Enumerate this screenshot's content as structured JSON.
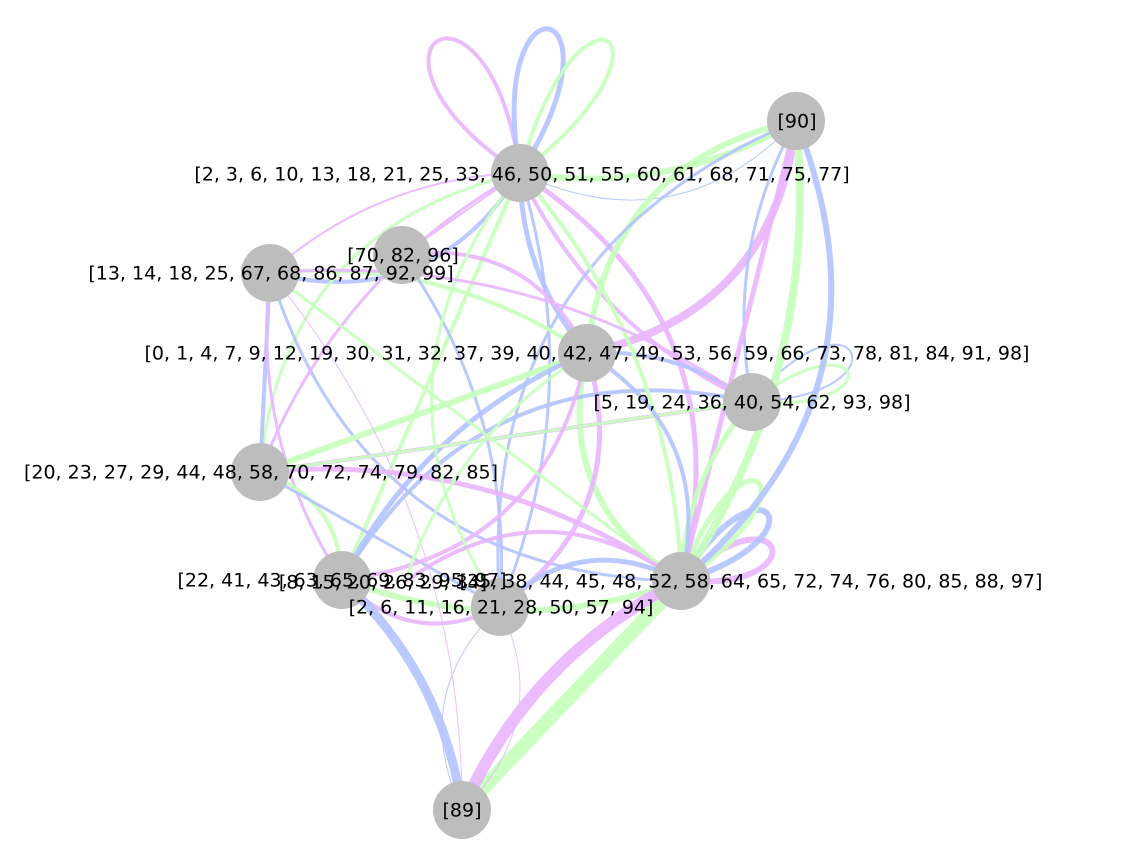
{
  "colors": {
    "background": "#ffffff",
    "node_fill": "#bdbdbd",
    "edge_blue": "#b3c3ff",
    "edge_green": "#c6ffbb",
    "edge_pink": "#e9b6ff"
  },
  "nodes": [
    {
      "id": "n46",
      "label": "[2, 3, 6, 10, 13, 18, 21, 25, 33, 46, 50, 51, 55, 60, 61, 68, 71, 75, 77]"
    },
    {
      "id": "n90",
      "label": "[90]"
    },
    {
      "id": "n82",
      "label": "[70, 82, 96]"
    },
    {
      "id": "n67",
      "label": "[13, 14, 18, 25, 67, 68, 86, 87, 92, 99]"
    },
    {
      "id": "n42",
      "label": "[0, 1, 4, 7, 9, 12, 19, 30, 31, 32, 37, 39, 40, 42, 47, 49, 53, 56, 59, 66, 73, 78, 81, 84, 91, 98]"
    },
    {
      "id": "n54",
      "label": "[5, 19, 24, 36, 40, 54, 62, 93, 98]"
    },
    {
      "id": "n58",
      "label": "[20, 23, 27, 29, 44, 48, 58, 70, 72, 74, 79, 82, 85]"
    },
    {
      "id": "n65",
      "label": "[22, 41, 43, 63, 65, 69, 83, 95, 97]"
    },
    {
      "id": "n26",
      "label": "[8, 15, 20, 26, 29, 34]"
    },
    {
      "id": "n48",
      "label": "[35, 38, 44, 45, 48, 52, 58, 64, 65, 72, 74, 76, 80, 85, 88, 97]"
    },
    {
      "id": "n21",
      "label": "[2, 6, 11, 16, 21, 28, 50, 57, 94]"
    },
    {
      "id": "n89",
      "label": "[89]"
    }
  ],
  "edges": [
    {
      "from": "n46",
      "to": "n46",
      "color": "pink",
      "weight": 4
    },
    {
      "from": "n46",
      "to": "n46",
      "color": "blue",
      "weight": 5
    },
    {
      "from": "n46",
      "to": "n46",
      "color": "green",
      "weight": 4
    },
    {
      "from": "n54",
      "to": "n54",
      "color": "blue",
      "weight": 2
    },
    {
      "from": "n54",
      "to": "n54",
      "color": "green",
      "weight": 3
    },
    {
      "from": "n48",
      "to": "n48",
      "color": "pink",
      "weight": 6
    },
    {
      "from": "n48",
      "to": "n48",
      "color": "blue",
      "weight": 6
    },
    {
      "from": "n48",
      "to": "n48",
      "color": "green",
      "weight": 5
    },
    {
      "from": "n46",
      "to": "n90",
      "color": "green",
      "weight": 6
    },
    {
      "from": "n46",
      "to": "n90",
      "color": "blue",
      "weight": 1
    },
    {
      "from": "n46",
      "to": "n67",
      "color": "blue",
      "weight": 4
    },
    {
      "from": "n67",
      "to": "n46",
      "color": "pink",
      "weight": 2
    },
    {
      "from": "n46",
      "to": "n82",
      "color": "pink",
      "weight": 2
    },
    {
      "from": "n46",
      "to": "n42",
      "color": "blue",
      "weight": 5
    },
    {
      "from": "n46",
      "to": "n58",
      "color": "green",
      "weight": 3
    },
    {
      "from": "n46",
      "to": "n48",
      "color": "pink",
      "weight": 5
    },
    {
      "from": "n46",
      "to": "n21",
      "color": "blue",
      "weight": 3
    },
    {
      "from": "n46",
      "to": "n65",
      "color": "green",
      "weight": 4
    },
    {
      "from": "n46",
      "to": "n54",
      "color": "pink",
      "weight": 4
    },
    {
      "from": "n42",
      "to": "n90",
      "color": "pink",
      "weight": 8
    },
    {
      "from": "n42",
      "to": "n90",
      "color": "green",
      "weight": 6
    },
    {
      "from": "n54",
      "to": "n90",
      "color": "blue",
      "weight": 3
    },
    {
      "from": "n48",
      "to": "n90",
      "color": "pink",
      "weight": 5
    },
    {
      "from": "n48",
      "to": "n90",
      "color": "green",
      "weight": 8
    },
    {
      "from": "n48",
      "to": "n90",
      "color": "blue",
      "weight": 6
    },
    {
      "from": "n21",
      "to": "n90",
      "color": "blue",
      "weight": 3
    },
    {
      "from": "n67",
      "to": "n42",
      "color": "green",
      "weight": 4
    },
    {
      "from": "n67",
      "to": "n58",
      "color": "blue",
      "weight": 4
    },
    {
      "from": "n67",
      "to": "n65",
      "color": "pink",
      "weight": 3
    },
    {
      "from": "n67",
      "to": "n48",
      "color": "blue",
      "weight": 3
    },
    {
      "from": "n82",
      "to": "n42",
      "color": "pink",
      "weight": 4
    },
    {
      "from": "n82",
      "to": "n21",
      "color": "blue",
      "weight": 3
    },
    {
      "from": "n42",
      "to": "n58",
      "color": "green",
      "weight": 6
    },
    {
      "from": "n42",
      "to": "n65",
      "color": "blue",
      "weight": 5
    },
    {
      "from": "n42",
      "to": "n48",
      "color": "green",
      "weight": 6
    },
    {
      "from": "n42",
      "to": "n21",
      "color": "pink",
      "weight": 5
    },
    {
      "from": "n42",
      "to": "n54",
      "color": "blue",
      "weight": 4
    },
    {
      "from": "n54",
      "to": "n58",
      "color": "pink",
      "weight": 4
    },
    {
      "from": "n54",
      "to": "n48",
      "color": "green",
      "weight": 5
    },
    {
      "from": "n54",
      "to": "n65",
      "color": "blue",
      "weight": 4
    },
    {
      "from": "n58",
      "to": "n65",
      "color": "green",
      "weight": 4
    },
    {
      "from": "n58",
      "to": "n48",
      "color": "pink",
      "weight": 5
    },
    {
      "from": "n58",
      "to": "n21",
      "color": "blue",
      "weight": 3
    },
    {
      "from": "n65",
      "to": "n48",
      "color": "green",
      "weight": 6
    },
    {
      "from": "n65",
      "to": "n21",
      "color": "pink",
      "weight": 4
    },
    {
      "from": "n21",
      "to": "n48",
      "color": "blue",
      "weight": 5
    },
    {
      "from": "n65",
      "to": "n89",
      "color": "blue",
      "weight": 9
    },
    {
      "from": "n48",
      "to": "n89",
      "color": "green",
      "weight": 14
    },
    {
      "from": "n48",
      "to": "n89",
      "color": "pink",
      "weight": 12
    },
    {
      "from": "n21",
      "to": "n89",
      "color": "blue",
      "weight": 1
    },
    {
      "from": "n21",
      "to": "n89",
      "color": "pink",
      "weight": 1
    },
    {
      "from": "n67",
      "to": "n89",
      "color": "pink",
      "weight": 1
    },
    {
      "from": "n58",
      "to": "n54",
      "color": "green",
      "weight": 3
    },
    {
      "from": "n48",
      "to": "n46",
      "color": "green",
      "weight": 4
    },
    {
      "from": "n65",
      "to": "n42",
      "color": "pink",
      "weight": 4
    },
    {
      "from": "n21",
      "to": "n46",
      "color": "green",
      "weight": 3
    },
    {
      "from": "n58",
      "to": "n46",
      "color": "pink",
      "weight": 3
    },
    {
      "from": "n48",
      "to": "n67",
      "color": "green",
      "weight": 3
    },
    {
      "from": "n54",
      "to": "n67",
      "color": "pink",
      "weight": 3
    },
    {
      "from": "n48",
      "to": "n42",
      "color": "blue",
      "weight": 4
    },
    {
      "from": "n26",
      "to": "n48",
      "color": "pink",
      "weight": 4
    },
    {
      "from": "n26",
      "to": "n42",
      "color": "green",
      "weight": 3
    }
  ]
}
